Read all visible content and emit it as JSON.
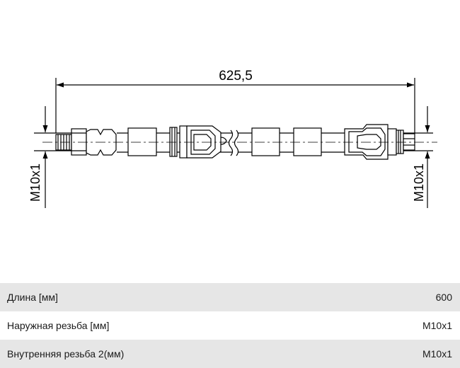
{
  "drawing": {
    "overall_length": "625,5",
    "left_thread": "M10x1",
    "right_thread": "M10x1"
  },
  "specs": [
    {
      "label": "Длина [мм]",
      "value": "600"
    },
    {
      "label": "Наружная резьба [мм]",
      "value": "M10x1"
    },
    {
      "label": "Внутренняя резьба 2(мм)",
      "value": "M10x1"
    }
  ]
}
